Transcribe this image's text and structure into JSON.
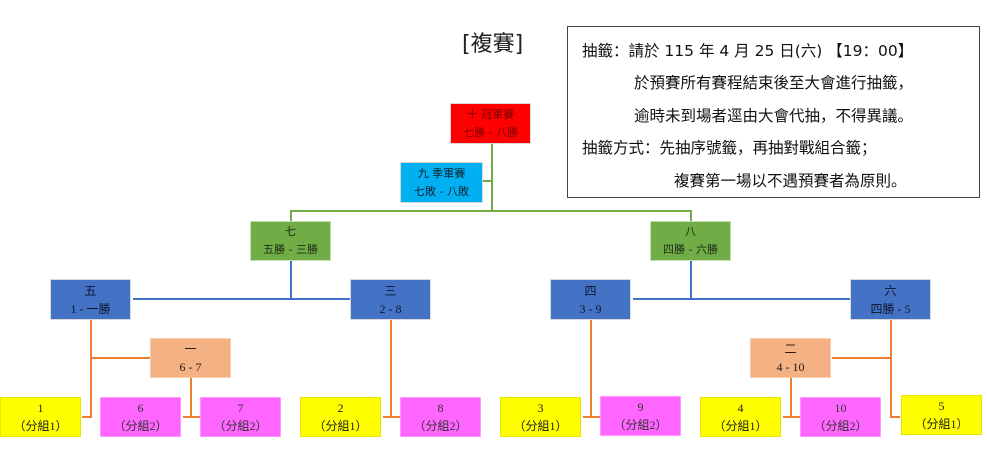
{
  "title": "[複賽]",
  "notice": {
    "lines": [
      "抽籤：請於 115 年 4 月 25 日(六) 【19：00】",
      "於預賽所有賽程結束後至大會進行抽籤，",
      "逾時未到場者逕由大會代抽，不得異議。",
      "抽籤方式：先抽序號籤，再抽對戰組合籤；",
      "複賽第一場以不遇預賽者為原則。"
    ]
  },
  "colors": {
    "final": "#ff0000",
    "third_place": "#00b0f0",
    "semifinal": "#70ad47",
    "quarterfinal": "#4472c4",
    "first_round": "#f4b183",
    "group1": "#ffff00",
    "group2": "#ff66ff"
  },
  "matches": {
    "m10": {
      "label": "十 冠軍賽",
      "pair": "七勝 - 八勝"
    },
    "m9": {
      "label": "九 季軍賽",
      "pair": "七敗 - 八敗"
    },
    "m7": {
      "label": "七",
      "pair": "五勝 - 三勝"
    },
    "m8": {
      "label": "八",
      "pair": "四勝 - 六勝"
    },
    "m5": {
      "label": "五",
      "pair": "1 - 一勝"
    },
    "m3": {
      "label": "三",
      "pair": "2 - 8"
    },
    "m4": {
      "label": "四",
      "pair": "3 - 9"
    },
    "m6": {
      "label": "六",
      "pair": "四勝 - 5"
    },
    "m1": {
      "label": "一",
      "pair": "6 - 7"
    },
    "m2": {
      "label": "二",
      "pair": "4 - 10"
    }
  },
  "seeds": [
    {
      "num": "1",
      "group": "（分組1）"
    },
    {
      "num": "6",
      "group": "（分組2）"
    },
    {
      "num": "7",
      "group": "（分組2）"
    },
    {
      "num": "2",
      "group": "（分組1）"
    },
    {
      "num": "8",
      "group": "（分組2）"
    },
    {
      "num": "3",
      "group": "（分組1）"
    },
    {
      "num": "9",
      "group": "（分組2）"
    },
    {
      "num": "4",
      "group": "（分組1）"
    },
    {
      "num": "10",
      "group": "（分組2）"
    },
    {
      "num": "5",
      "group": "（分組1）"
    }
  ]
}
